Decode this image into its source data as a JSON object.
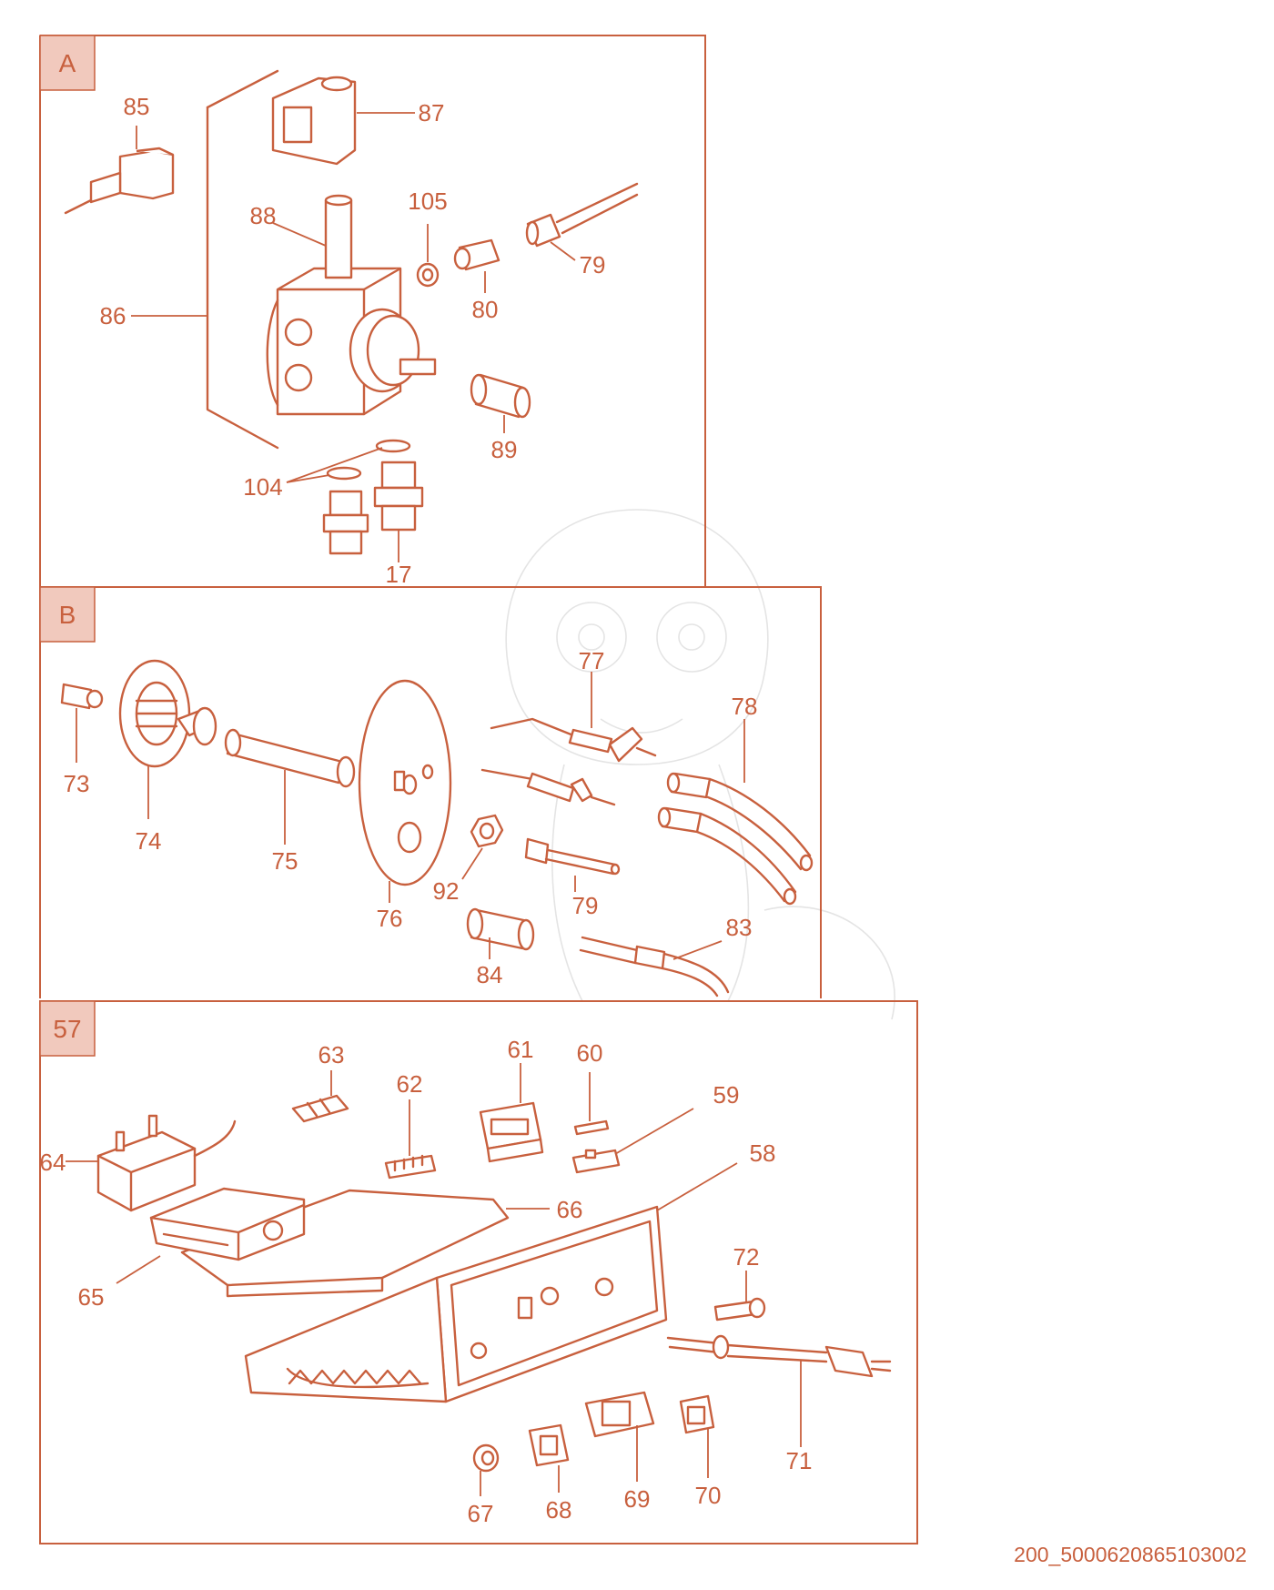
{
  "sections": [
    {
      "badge": "A",
      "parts": [
        "85",
        "87",
        "88",
        "105",
        "79",
        "80",
        "86",
        "89",
        "104",
        "17"
      ]
    },
    {
      "badge": "B",
      "parts": [
        "73",
        "74",
        "75",
        "76",
        "77",
        "78",
        "92",
        "79",
        "84",
        "83"
      ]
    },
    {
      "badge": "57",
      "parts": [
        "63",
        "61",
        "60",
        "62",
        "59",
        "64",
        "58",
        "66",
        "65",
        "72",
        "71",
        "67",
        "68",
        "69",
        "70"
      ]
    }
  ],
  "footer_code": "200_5000620865103002",
  "colors": {
    "line": "#c8603e",
    "badge_fill": "#f1c9bd",
    "watermark": "#e4e4e4"
  }
}
